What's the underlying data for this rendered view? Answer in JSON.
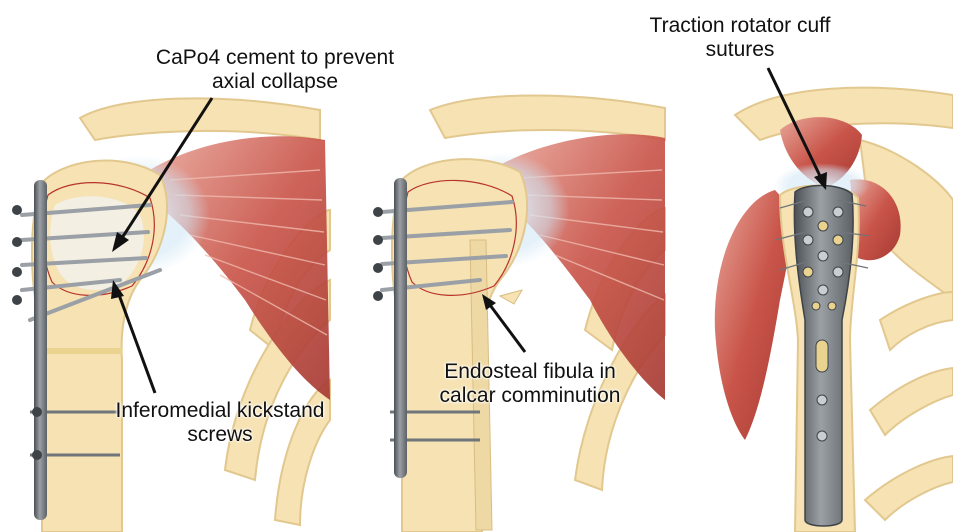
{
  "colors": {
    "bone": "#f6e2b2",
    "bone_edge": "#e2c88f",
    "muscle": "#c9554a",
    "muscle_dark": "#a63a33",
    "plate": "#7c8186",
    "plate_dark": "#4b5055",
    "cement": "#f3f1e8",
    "outline_red": "#b8332c",
    "glow_blue": "#cfe6f5",
    "arrow": "#111111"
  },
  "labels": {
    "capo4_line1": "CaPo4 cement to prevent",
    "capo4_line2": "axial collapse",
    "kickstand_line1": "Inferomedial kickstand",
    "kickstand_line2": "screws",
    "fibula_line1": "Endosteal fibula in",
    "fibula_line2": "calcar comminution",
    "traction_line1": "Traction rotator cuff",
    "traction_line2": "sutures"
  },
  "panels": [
    {
      "id": "left",
      "icon": "humerus-plate-cement-illustration"
    },
    {
      "id": "middle",
      "icon": "humerus-plate-fibula-illustration"
    },
    {
      "id": "right",
      "icon": "humerus-plate-rotator-cuff-illustration"
    }
  ]
}
